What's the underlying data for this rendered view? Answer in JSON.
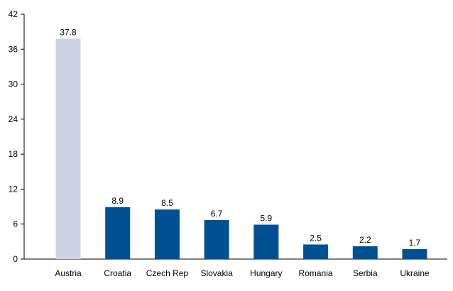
{
  "chart_data": {
    "type": "bar",
    "categories": [
      "Austria",
      "Croatia",
      "Czech Rep",
      "Slovakia",
      "Hungary",
      "Romania",
      "Serbia",
      "Ukraine"
    ],
    "values": [
      37.8,
      8.9,
      8.5,
      6.7,
      5.9,
      2.5,
      2.2,
      1.7
    ],
    "data_labels": [
      "37.8",
      "8.9",
      "8.5",
      "6.7",
      "5.9",
      "2.5",
      "2.2",
      "1.7"
    ],
    "y_ticks": [
      "0",
      "6",
      "12",
      "18",
      "24",
      "30",
      "36",
      "42"
    ],
    "ylim": [
      0,
      42
    ],
    "title": "",
    "xlabel": "",
    "ylabel": "",
    "grid": false,
    "legend": "none",
    "colors": {
      "highlight": "#cdd2e6",
      "bar": "#005193",
      "axis": "#000000"
    }
  }
}
